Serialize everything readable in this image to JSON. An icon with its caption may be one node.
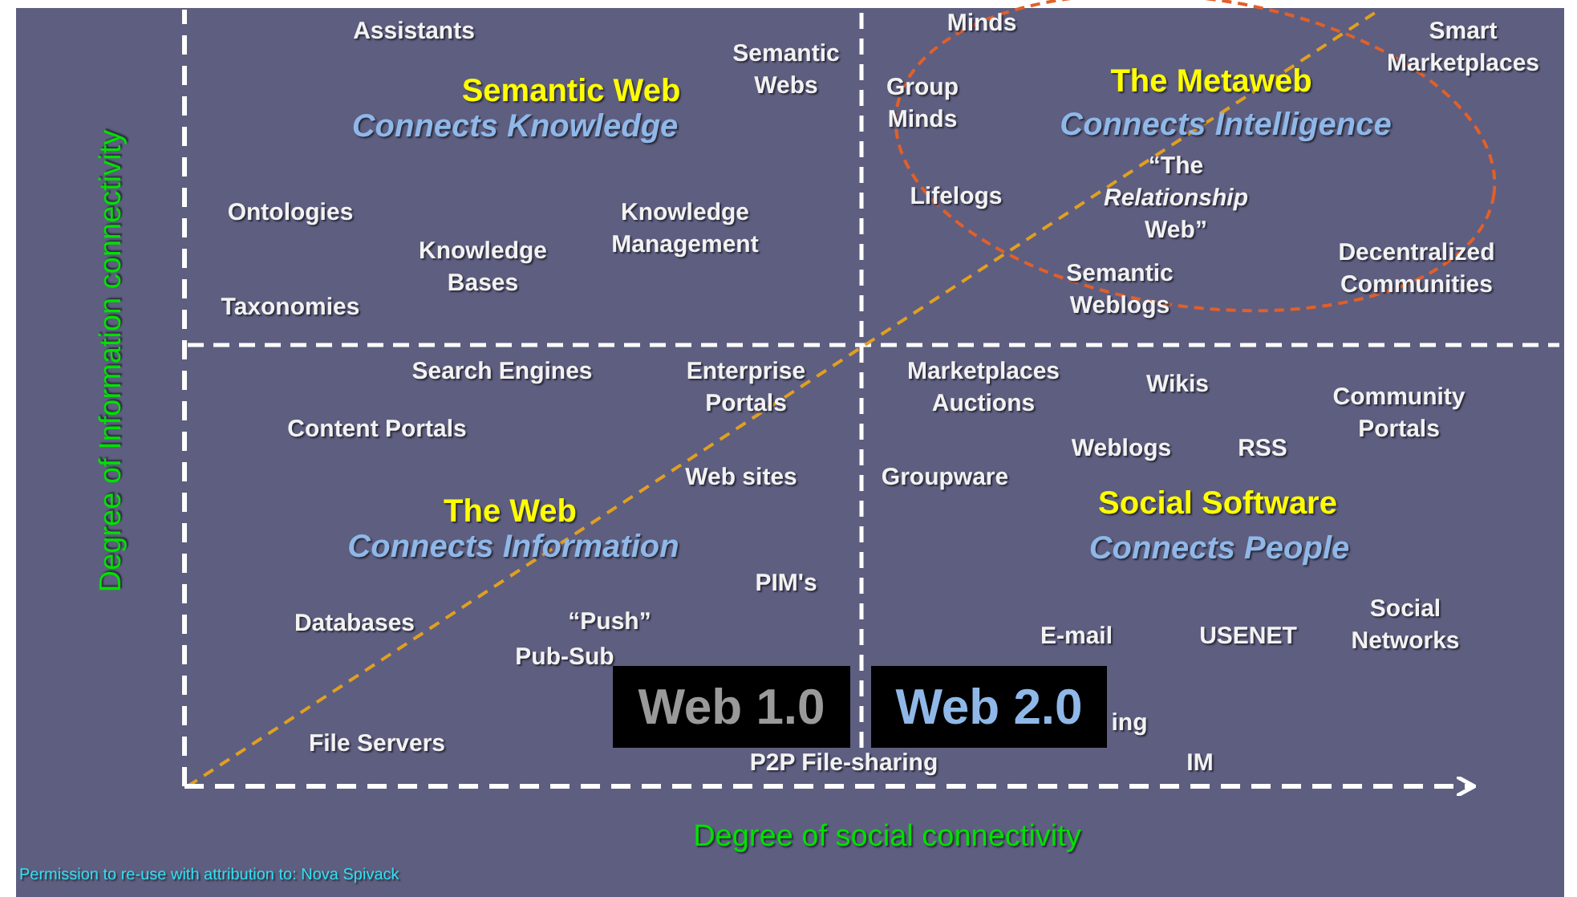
{
  "diagram": {
    "nodes": [
      {
        "text": [
          "Web 1.0"
        ]
      },
      {
        "text": [
          "Web 2.0"
        ]
      }
    ],
    "labels": [
      "Assistants",
      "Semantic Web",
      "Connects Knowledge",
      "Semantic Webs",
      "Ontologies",
      "Knowledge Management",
      "Knowledge Bases",
      "Taxonomies",
      "Minds",
      "Smart Marketplaces",
      "Group Minds",
      "The Metaweb",
      "Connects Intelligence",
      "Lifelogs",
      "“The *Relationship* Web”",
      "Decentralized Communities",
      "Semantic Weblogs",
      "Search Engines",
      "Enterprise Portals",
      "Content Portals",
      "Web sites",
      "The Web",
      "Connects Information",
      "PIM's",
      "Databases",
      "“Push”",
      "Pub-Sub",
      "File Servers",
      "P2P File-sharing",
      "Marketplaces Auctions",
      "Wikis",
      "Community Portals",
      "Weblogs",
      "RSS",
      "Groupware",
      "Social Software",
      "Connects People",
      "E-mail",
      "USENET",
      "Social Networks",
      "ing",
      "IM",
      "Degree of Information connectivity",
      "Degree of social connectivity",
      "Permission to re-use with attribution to: Nova Spivack"
    ]
  }
}
